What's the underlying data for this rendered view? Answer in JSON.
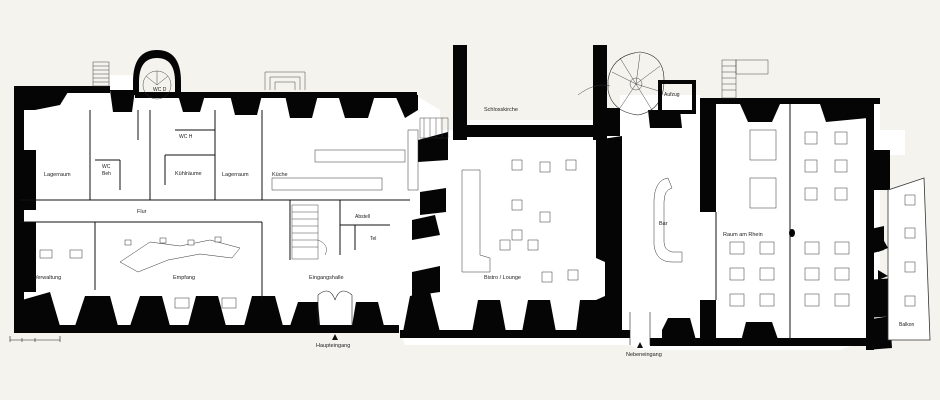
{
  "plan": {
    "rooms": {
      "schlosskirche": "Schlosskirche",
      "aufzug": "Aufzug",
      "wc_d": "WC D",
      "wc_h": "WC H",
      "wc_beh_1": "WC",
      "wc_beh_2": "Beh",
      "lagerraum_1": "Lagerraum",
      "kuehlraeume": "Kühlräume",
      "lagerraum_2": "Lagerraum",
      "kueche": "Küche",
      "flur": "Flur",
      "abstell": "Abstell",
      "tel": "Tel",
      "verwaltung": "Verwaltung",
      "empfang": "Empfang",
      "eingangshalle": "Eingangshalle",
      "bistro": "Bistro / Lounge",
      "bar": "Bar",
      "raum_am_rhein": "Raum am Rhein",
      "balkon": "Balkon"
    },
    "entrances": {
      "haupteingang": "Haupteingang",
      "nebeneingang": "Nebeneingang"
    },
    "colors": {
      "wall": "#050505",
      "background": "#f4f3ee",
      "floor": "#ffffff"
    }
  }
}
